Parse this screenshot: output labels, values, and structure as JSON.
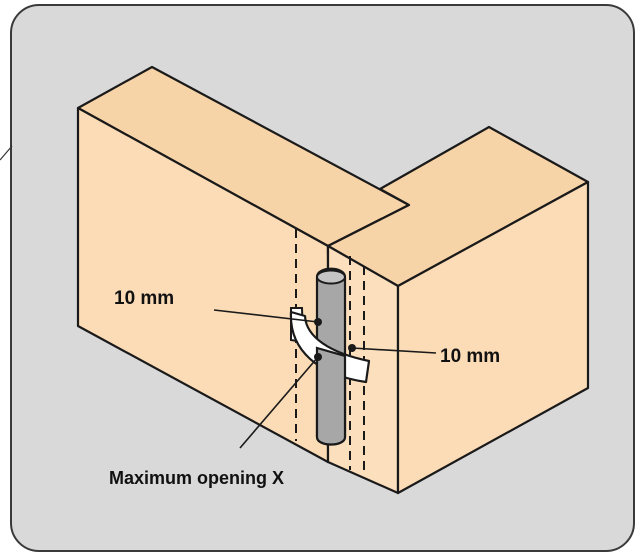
{
  "labels": {
    "left_dimension": "10 mm",
    "right_dimension": "10 mm",
    "opening": "Maximum opening X"
  },
  "colors": {
    "panel_background": "#d9d9d9",
    "wood": "#fbdcb6",
    "outline": "#1a1a1a",
    "hinge_pin": "#a7a7a7",
    "hinge_leaf": "#ffffff"
  }
}
